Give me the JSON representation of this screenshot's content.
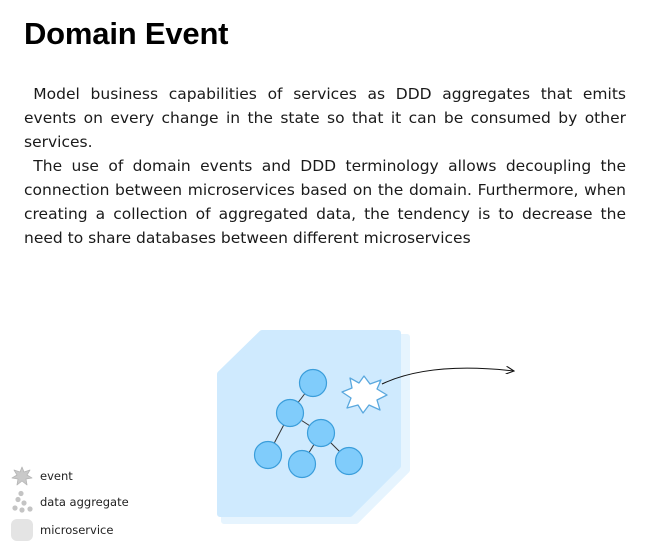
{
  "page": {
    "title": "Domain Event",
    "paragraphs": [
      "Model business capabilities of services as DDD aggregates that emits events on every change in the state so that it can be consumed by other services.",
      "The use of domain events and DDD terminology allows decoupling the connection between microservices based on the domain. Furthermore, when creating a collection of aggregated data, the tendency is to decrease the need to share databases between different microservices"
    ]
  },
  "diagram": {
    "colors": {
      "microservice_fill": "#cfeafe",
      "microservice_back": "#e6f4fe",
      "aggregate_fill": "#80ccfb",
      "aggregate_stroke": "#3b9edb",
      "event_stroke": "#5aa8de",
      "arrow": "#111111"
    },
    "icons": {
      "microservice": "octagon-panel-icon",
      "aggregate": "tree-of-circles-icon",
      "event": "starburst-icon",
      "arrow": "arrow-right-icon"
    }
  },
  "legend": {
    "items": [
      {
        "label": "event",
        "icon": "starburst-icon"
      },
      {
        "label": "data aggregate",
        "icon": "aggregate-dots-icon"
      },
      {
        "label": "microservice",
        "icon": "rounded-square-icon"
      }
    ]
  }
}
